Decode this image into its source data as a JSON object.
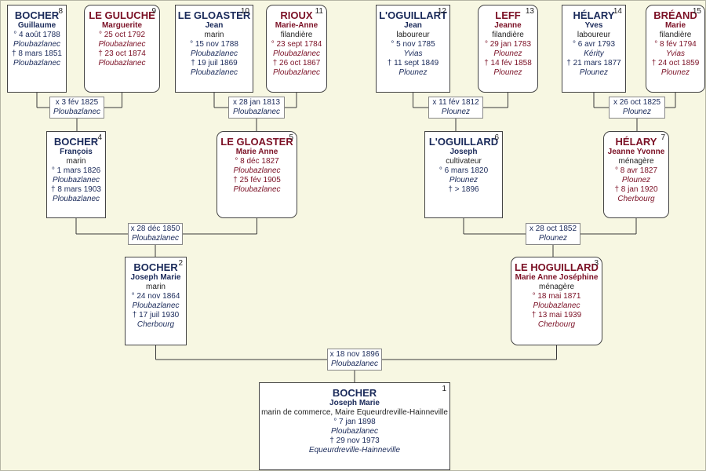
{
  "persons": [
    {
      "id": "p8",
      "num": "8",
      "sex": "male",
      "surname": "BOCHER",
      "given": "Guillaume",
      "job": "",
      "birth": "° 4 août 1788",
      "birth_place": "Ploubazlanec",
      "death": "† 8 mars 1851",
      "death_place": "Ploubazlanec"
    },
    {
      "id": "p9",
      "num": "9",
      "sex": "female",
      "surname": "LE GULUCHE",
      "given": "Marguerite",
      "job": "",
      "birth": "° 25 oct 1792",
      "birth_place": "Ploubazlanec",
      "death": "† 23 oct 1874",
      "death_place": "Ploubazlanec"
    },
    {
      "id": "p10",
      "num": "10",
      "sex": "male",
      "surname": "LE GLOASTER",
      "given": "Jean",
      "job": "marin",
      "birth": "° 15 nov 1788",
      "birth_place": "Ploubazlanec",
      "death": "† 19 juil 1869",
      "death_place": "Ploubazlanec"
    },
    {
      "id": "p11",
      "num": "11",
      "sex": "female",
      "surname": "RIOUX",
      "given": "Marie-Anne",
      "job": "filandière",
      "birth": "° 23 sept 1784",
      "birth_place": "Ploubazlanec",
      "death": "† 26 oct 1867",
      "death_place": "Ploubazlanec"
    },
    {
      "id": "p12",
      "num": "12",
      "sex": "male",
      "surname": "L'OGUILLART",
      "given": "Jean",
      "job": "laboureur",
      "birth": "° 5 nov 1785",
      "birth_place": "Yvias",
      "death": "† 11 sept 1849",
      "death_place": "Plounez"
    },
    {
      "id": "p13",
      "num": "13",
      "sex": "female",
      "surname": "LEFF",
      "given": "Jeanne",
      "job": "filandière",
      "birth": "° 29 jan 1783",
      "birth_place": "Plounez",
      "death": "† 14 fév 1858",
      "death_place": "Plounez"
    },
    {
      "id": "p14",
      "num": "14",
      "sex": "male",
      "surname": "HÉLARY",
      "given": "Yves",
      "job": "laboureur",
      "birth": "° 6 avr 1793",
      "birth_place": "Kérity",
      "death": "† 21 mars 1877",
      "death_place": "Plounez"
    },
    {
      "id": "p15",
      "num": "15",
      "sex": "female",
      "surname": "BRÉAND",
      "given": "Marie",
      "job": "filandière",
      "birth": "° 8 fév 1794",
      "birth_place": "Yvias",
      "death": "† 24 oct 1859",
      "death_place": "Plounez"
    },
    {
      "id": "p4",
      "num": "4",
      "sex": "male",
      "surname": "BOCHER",
      "given": "François",
      "job": "marin",
      "birth": "° 1 mars 1826",
      "birth_place": "Ploubazlanec",
      "death": "† 8 mars 1903",
      "death_place": "Ploubazlanec"
    },
    {
      "id": "p5",
      "num": "5",
      "sex": "female",
      "surname": "LE GLOASTER",
      "given": "Marie Anne",
      "job": "",
      "birth": "° 8 déc 1827",
      "birth_place": "Ploubazlanec",
      "death": "† 25 fév 1905",
      "death_place": "Ploubazlanec"
    },
    {
      "id": "p6",
      "num": "6",
      "sex": "male",
      "surname": "L'OGUILLARD",
      "given": "Joseph",
      "job": "cultivateur",
      "birth": "° 6 mars 1820",
      "birth_place": "Plounez",
      "death": "† > 1896",
      "death_place": ""
    },
    {
      "id": "p7",
      "num": "7",
      "sex": "female",
      "surname": "HÉLARY",
      "given": "Jeanne Yvonne",
      "job": "ménagère",
      "birth": "° 8 avr 1827",
      "birth_place": "Plounez",
      "death": "† 8 jan 1920",
      "death_place": "Cherbourg"
    },
    {
      "id": "p2",
      "num": "2",
      "sex": "male",
      "surname": "BOCHER",
      "given": "Joseph Marie",
      "job": "marin",
      "birth": "° 24 nov 1864",
      "birth_place": "Ploubazlanec",
      "death": "† 17 juil 1930",
      "death_place": "Cherbourg"
    },
    {
      "id": "p3",
      "num": "3",
      "sex": "female",
      "surname": "LE HOGUILLARD",
      "given": "Marie Anne Joséphine",
      "job": "ménagère",
      "birth": "° 18 mai 1871",
      "birth_place": "Ploubazlanec",
      "death": "† 13 mai 1939",
      "death_place": "Cherbourg"
    },
    {
      "id": "p1",
      "num": "1",
      "sex": "male",
      "surname": "BOCHER",
      "given": "Joseph Marie",
      "job": "marin de commerce, Maire Equeurdreville-Hainneville",
      "birth": "° 7 jan 1898",
      "birth_place": "Ploubazlanec",
      "death": "† 29 nov 1973",
      "death_place": "Equeurdreville-Hainneville"
    }
  ],
  "marriages": [
    {
      "id": "m89",
      "date": "x 3 fév 1825",
      "place": "Ploubazlanec"
    },
    {
      "id": "m1011",
      "date": "x 28 jan 1813",
      "place": "Ploubazlanec"
    },
    {
      "id": "m1213",
      "date": "x 11 fév 1812",
      "place": "Plounez"
    },
    {
      "id": "m1415",
      "date": "x 26 oct 1825",
      "place": "Plounez"
    },
    {
      "id": "m45",
      "date": "x 28 déc 1850",
      "place": "Ploubazlanec"
    },
    {
      "id": "m67",
      "date": "x 28 oct 1852",
      "place": "Plounez"
    },
    {
      "id": "m23",
      "date": "x 18 nov 1896",
      "place": "Ploubazlanec"
    }
  ]
}
